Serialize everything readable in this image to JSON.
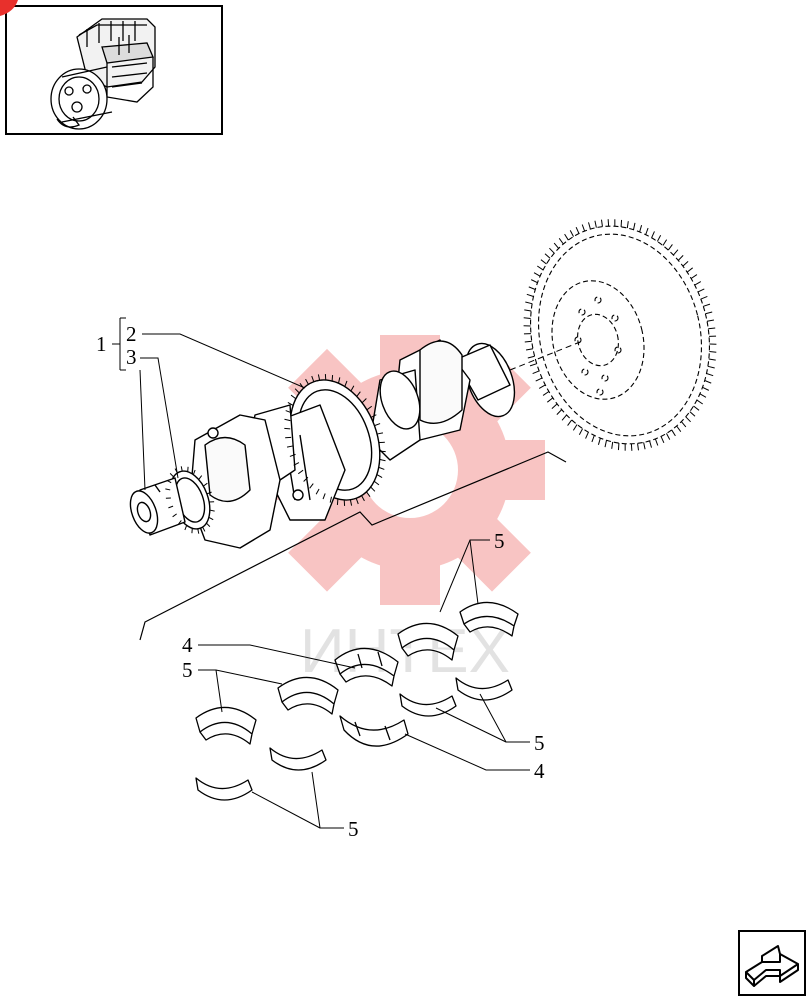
{
  "callouts": {
    "c1": "1",
    "c2": "2",
    "c3": "3",
    "c4a": "4",
    "c4b": "4",
    "c5a": "5",
    "c5b": "5",
    "c5c": "5",
    "c5d": "5"
  },
  "watermark": {
    "text": "ИНТЕХ",
    "color": "#e8302c"
  },
  "icons": {
    "thumbnail": "engine-thumbnail-icon",
    "next": "next-page-arrow-icon"
  },
  "colors": {
    "line": "#000000",
    "accent": "#e8302c"
  }
}
